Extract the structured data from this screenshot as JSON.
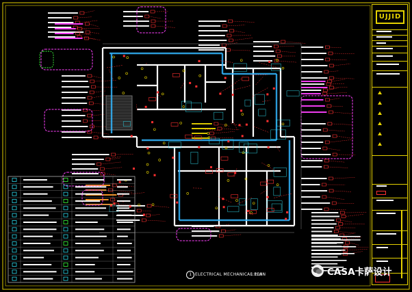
{
  "plan": {
    "number": "1",
    "title": "ELECTRICAL MECHANICAL PLAN",
    "title_cn": "Ꮶ꧲ࠆ",
    "scale": "1:100"
  },
  "titleblock": {
    "logo": "UJJID"
  },
  "watermark": {
    "text": "CASA卡萨设计"
  },
  "colors": {
    "wall": "#ffffff",
    "conduit": "#33b6ff",
    "cyan": "#2fd6e8",
    "red": "#ff3030",
    "magenta": "#ff40ff",
    "yellow": "#e6d200",
    "green": "#3cff3c",
    "orange": "#ff9a28",
    "grey": "#8a8a8a"
  }
}
